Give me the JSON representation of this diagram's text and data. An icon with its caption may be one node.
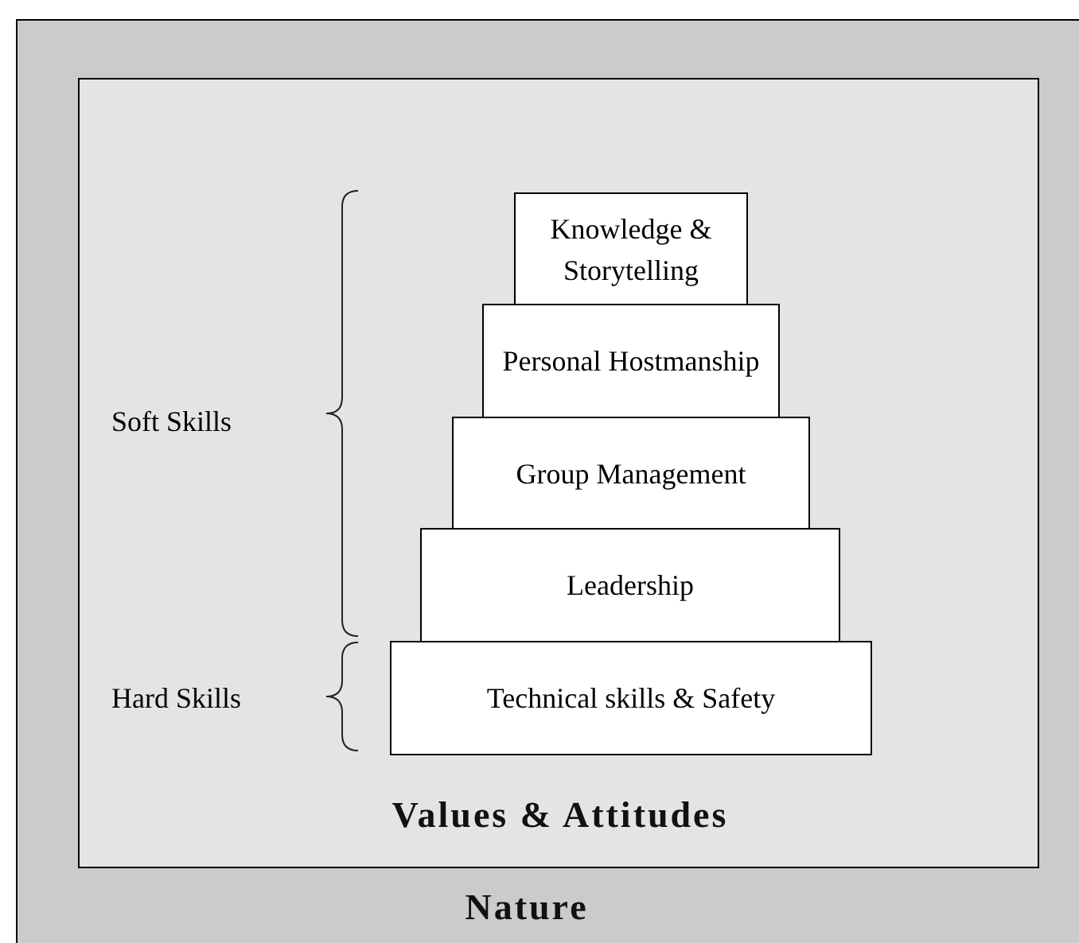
{
  "diagram": {
    "nodes": [
      {
        "text": [
          "Nature"
        ]
      },
      {
        "text": [
          "Values & Attitudes"
        ],
        "in": 0
      },
      {
        "text": [
          "Knowledge & Storytelling"
        ],
        "in": 1
      },
      {
        "text": [
          "Personal Hostmanship"
        ],
        "in": 1
      },
      {
        "text": [
          "Group Management"
        ],
        "in": 1
      },
      {
        "text": [
          "Leadership"
        ],
        "in": 1
      },
      {
        "text": [
          "Technical skills & Safety"
        ],
        "in": 1
      }
    ],
    "labels": [
      "Soft Skills",
      "Hard Skills"
    ]
  }
}
